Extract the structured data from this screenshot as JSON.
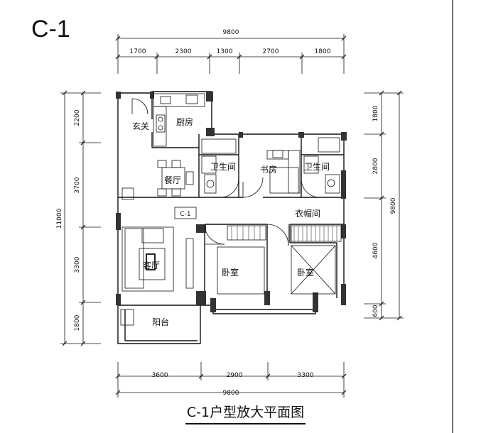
{
  "plan_code": "C-1",
  "caption": "C-1户型放大平面图",
  "tag": "C-1",
  "rooms": {
    "entry": "玄关",
    "kitchen": "厨房",
    "dining": "餐厅",
    "living": "客厅",
    "balcony": "阳台",
    "bath_left": "卫生间",
    "study": "书房",
    "bath_right": "卫生间",
    "closet": "衣帽间",
    "bedroom_left": "卧室",
    "bedroom_right": "卧室"
  },
  "dims": {
    "top_total": "9800",
    "top_segments": [
      "1700",
      "2300",
      "1300",
      "2700",
      "1800"
    ],
    "left_total": "11000",
    "left_segments": [
      "2200",
      "3700",
      "3300",
      "1800"
    ],
    "right_total": "9800",
    "right_segments": [
      "1800",
      "2800",
      "4600",
      "600"
    ],
    "bottom_segments": [
      "3600",
      "2900",
      "3300"
    ],
    "bottom_total": "9800"
  }
}
